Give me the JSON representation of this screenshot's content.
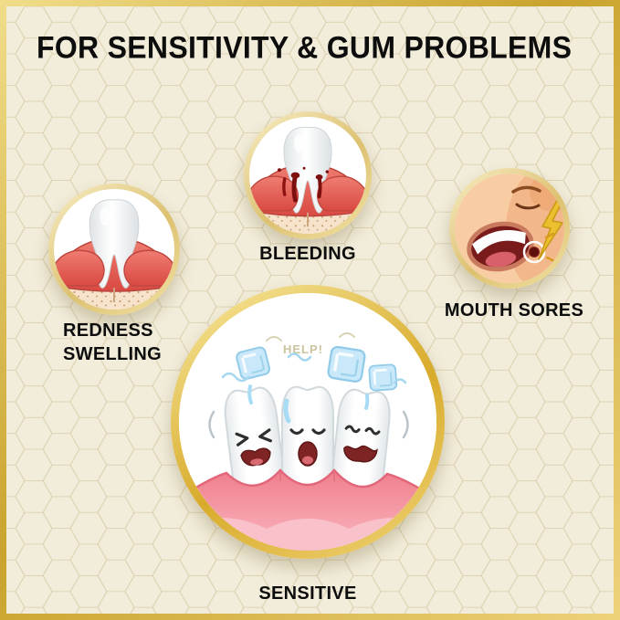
{
  "page": {
    "title": "FOR SENSITIVITY & GUM PROBLEMS"
  },
  "sections": {
    "redness": {
      "label_line1": "REDNESS",
      "label_line2": "SWELLING"
    },
    "bleeding": {
      "label": "BLEEDING"
    },
    "mouth_sores": {
      "label": "MOUTH SORES"
    },
    "sensitive": {
      "label": "SENSITIVE",
      "help_text": "HELP!"
    }
  },
  "colors": {
    "frame_gold": "#c9a32d",
    "background_cream": "#f2edda",
    "honeycomb_line": "#dbcfae",
    "title_text": "#0d0d0d",
    "label_text": "#0d0d0d",
    "gum_red": "#d94a42",
    "gum_pink": "#f2828f",
    "tooth_white": "#ffffff",
    "blood_red": "#7d0f0f",
    "ice_blue": "#c7e7f9",
    "lightning_gold": "#ecbf2f",
    "help_text_color": "#cbc49e"
  }
}
